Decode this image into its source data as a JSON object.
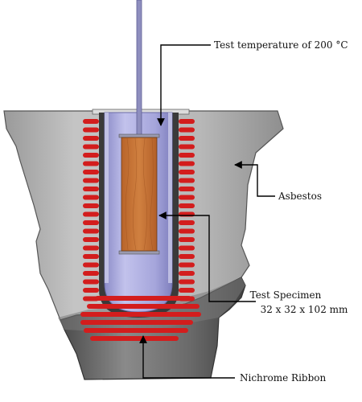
{
  "labels": {
    "temperature": "Test temperature of 200 °C",
    "insulation": "Asbestos",
    "specimen_line1": "Test Specimen",
    "specimen_line2": "32 x 32 x 102 mm",
    "heater": "Nichrome Ribbon"
  },
  "colors": {
    "furnace_body": "#b3b3b3",
    "furnace_dark": "#5c5c5c",
    "tube_glass": "#a9a9dc",
    "coil": "#d31d1d",
    "specimen_wood": "#c87636",
    "thermocouple_rod": "#8e8ebe"
  },
  "icons": {
    "leader": "arrow-head"
  }
}
